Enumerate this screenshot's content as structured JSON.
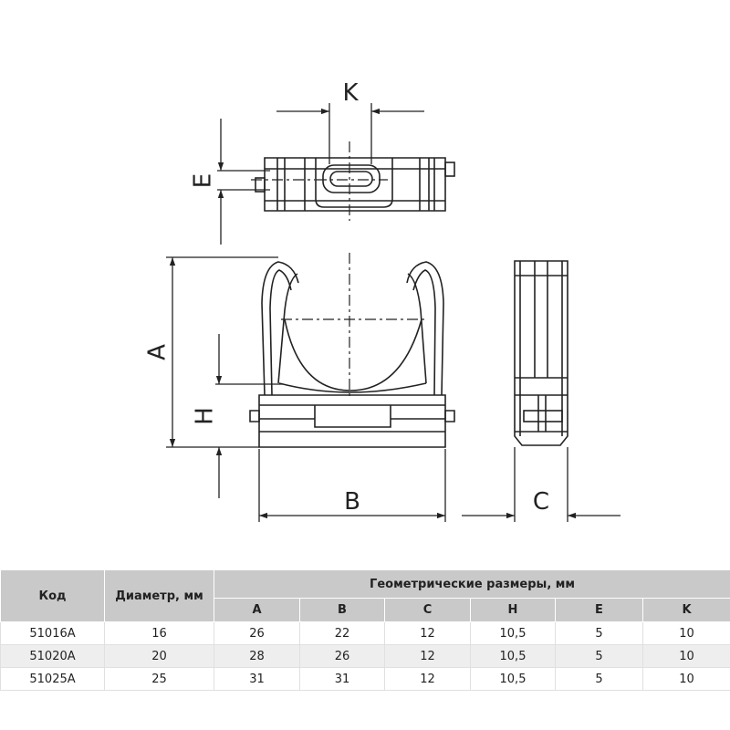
{
  "drawing": {
    "labels": {
      "k": "K",
      "e": "E",
      "a": "A",
      "h": "H",
      "b": "B",
      "c": "C"
    }
  },
  "table": {
    "headers": {
      "code": "Код",
      "diameter": "Диаметр, мм",
      "geometry": "Геометрические размеры, мм",
      "dims": [
        "A",
        "B",
        "C",
        "H",
        "E",
        "K"
      ]
    },
    "rows": [
      {
        "code": "51016A",
        "diameter": "16",
        "a": "26",
        "b": "22",
        "c": "12",
        "h": "10,5",
        "e": "5",
        "k": "10"
      },
      {
        "code": "51020A",
        "diameter": "20",
        "a": "28",
        "b": "26",
        "c": "12",
        "h": "10,5",
        "e": "5",
        "k": "10"
      },
      {
        "code": "51025A",
        "diameter": "25",
        "a": "31",
        "b": "31",
        "c": "12",
        "h": "10,5",
        "e": "5",
        "k": "10"
      }
    ]
  }
}
